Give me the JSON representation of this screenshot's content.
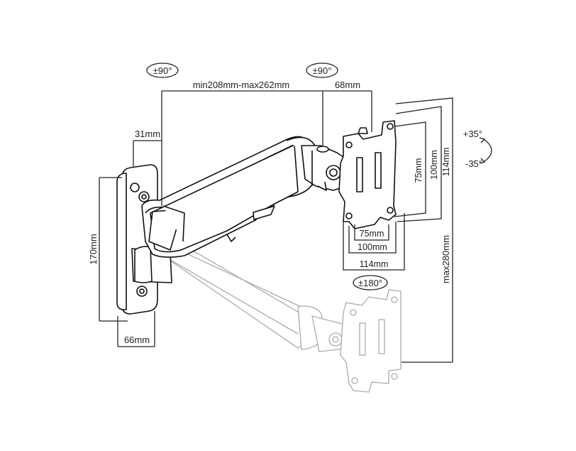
{
  "diagram": {
    "rotation_labels": {
      "arm_base": "±90°",
      "arm_head": "±90°",
      "tilt_up": "+35°",
      "tilt_down": "-35°",
      "swivel": "±180°"
    },
    "dimensions": {
      "arm_length": "min208mm-max262mm",
      "head_offset": "68mm",
      "plate_depth": "31mm",
      "plate_height": "170mm",
      "plate_width": "66mm",
      "vesa_h_75": "75mm",
      "vesa_h_100": "100mm",
      "vesa_h_114": "114mm",
      "vesa_v_75": "75mm",
      "vesa_v_100": "100mm",
      "vesa_v_114": "114mm",
      "height_range": "max280mm"
    }
  }
}
